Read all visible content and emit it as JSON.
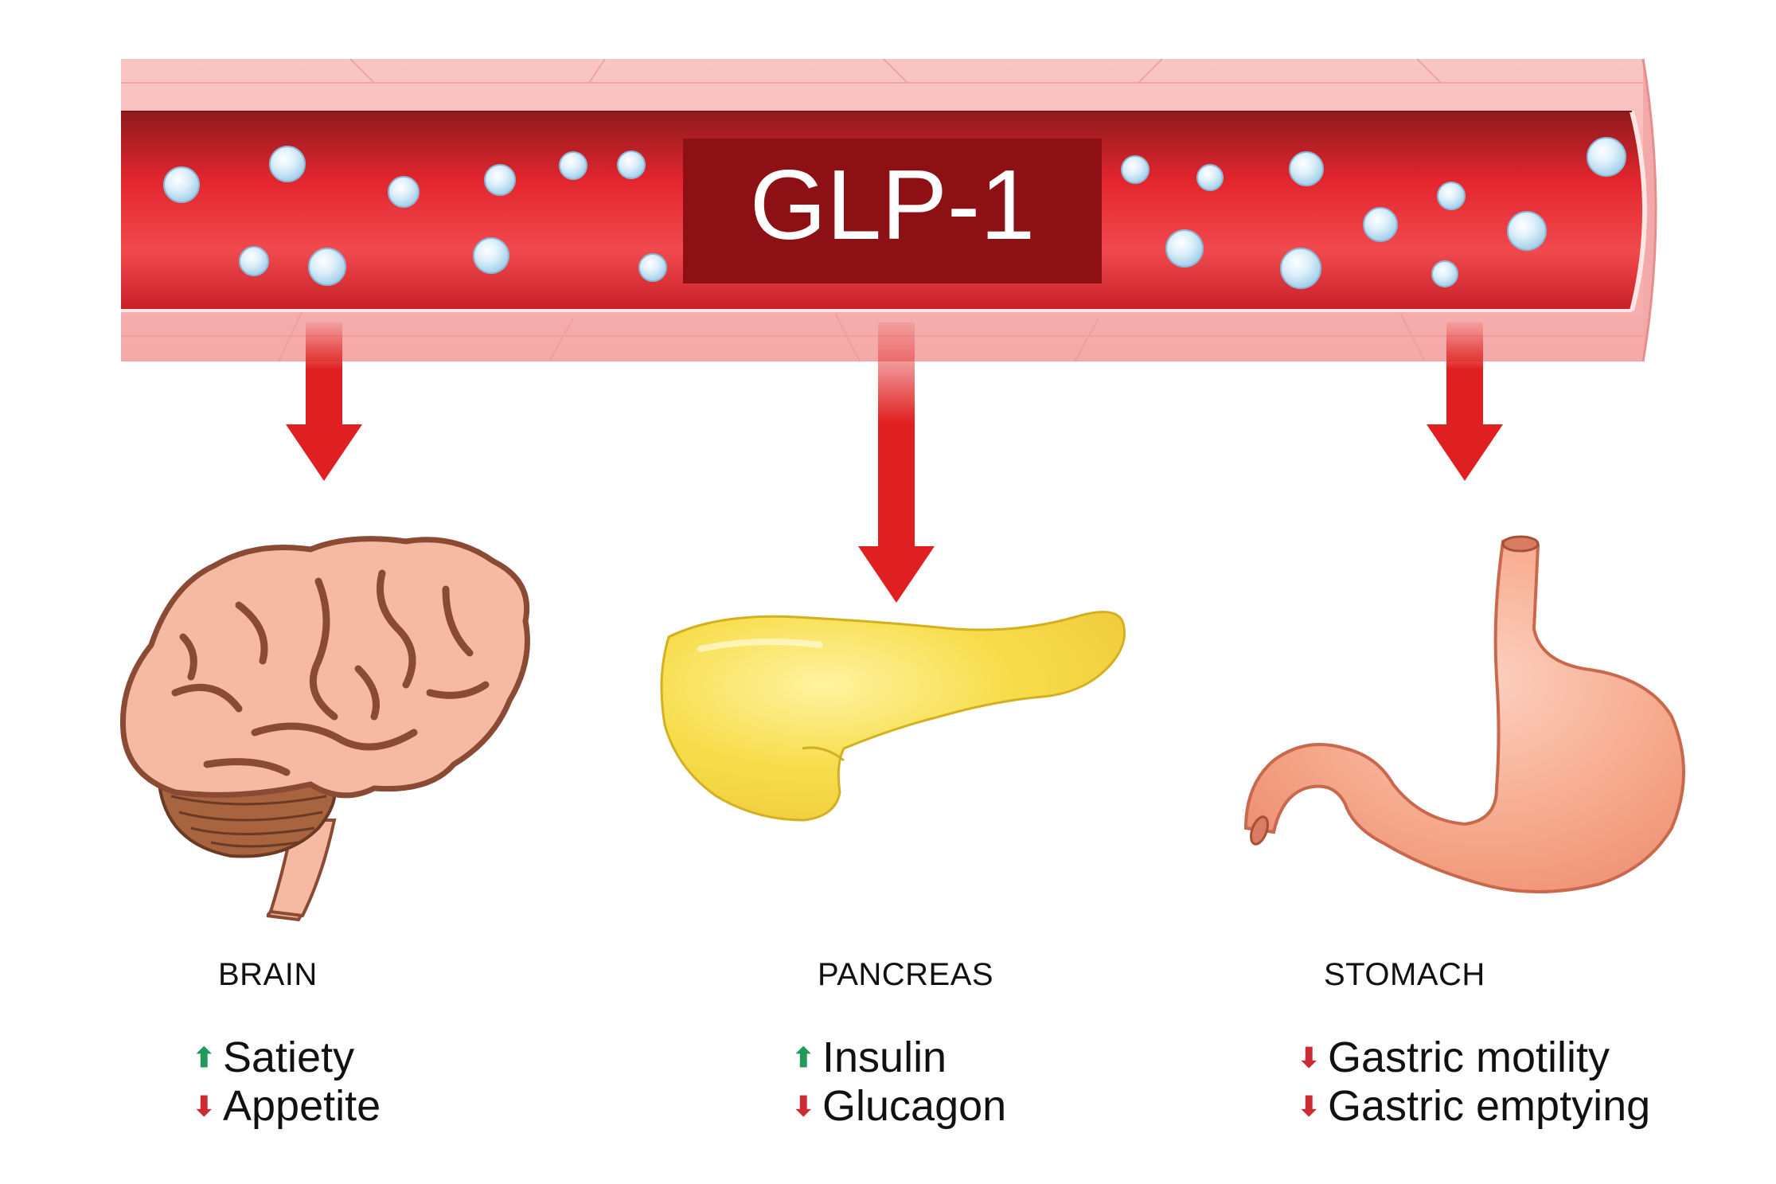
{
  "title": "GLP-1",
  "colors": {
    "vessel_outer": "#f6b3b2",
    "blood": "#e2252e",
    "glp_box": "#8d1114",
    "arrow": "#e02020",
    "brain": "#f6b9a2",
    "pancreas": "#f7dd4b",
    "stomach": "#f4a98a",
    "up_arrow": "#1f9a5b",
    "down_arrow": "#cc2b33"
  },
  "organs": [
    {
      "name": "BRAIN",
      "icon": "brain-icon",
      "effects": [
        {
          "direction": "up",
          "symbol": "⬆",
          "text": "Satiety"
        },
        {
          "direction": "down",
          "symbol": "⬇",
          "text": "Appetite"
        }
      ]
    },
    {
      "name": "PANCREAS",
      "icon": "pancreas-icon",
      "effects": [
        {
          "direction": "up",
          "symbol": "⬆",
          "text": "Insulin"
        },
        {
          "direction": "down",
          "symbol": "⬇",
          "text": "Glucagon"
        }
      ]
    },
    {
      "name": "STOMACH",
      "icon": "stomach-icon",
      "effects": [
        {
          "direction": "down",
          "symbol": "⬇",
          "text": "Gastric motility"
        },
        {
          "direction": "down",
          "symbol": "⬇",
          "text": "Gastric emptying"
        }
      ]
    }
  ]
}
